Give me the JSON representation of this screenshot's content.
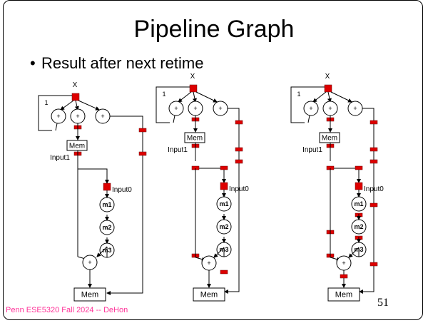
{
  "slide": {
    "title": "Pipeline Graph",
    "bullet": "Result after next retime",
    "footer": "Penn ESE5320 Fall 2024 -- DeHon",
    "page_number": "51"
  },
  "graph": {
    "input_label": "X",
    "adder_symbol": "+",
    "feedback_label": "1",
    "mem_label": "Mem",
    "input1_label": "Input1",
    "input0_label": "Input0",
    "multipliers": [
      "m1",
      "m2",
      "m3"
    ]
  },
  "colors": {
    "register": "#dd0000",
    "footer": "#ff3399"
  }
}
